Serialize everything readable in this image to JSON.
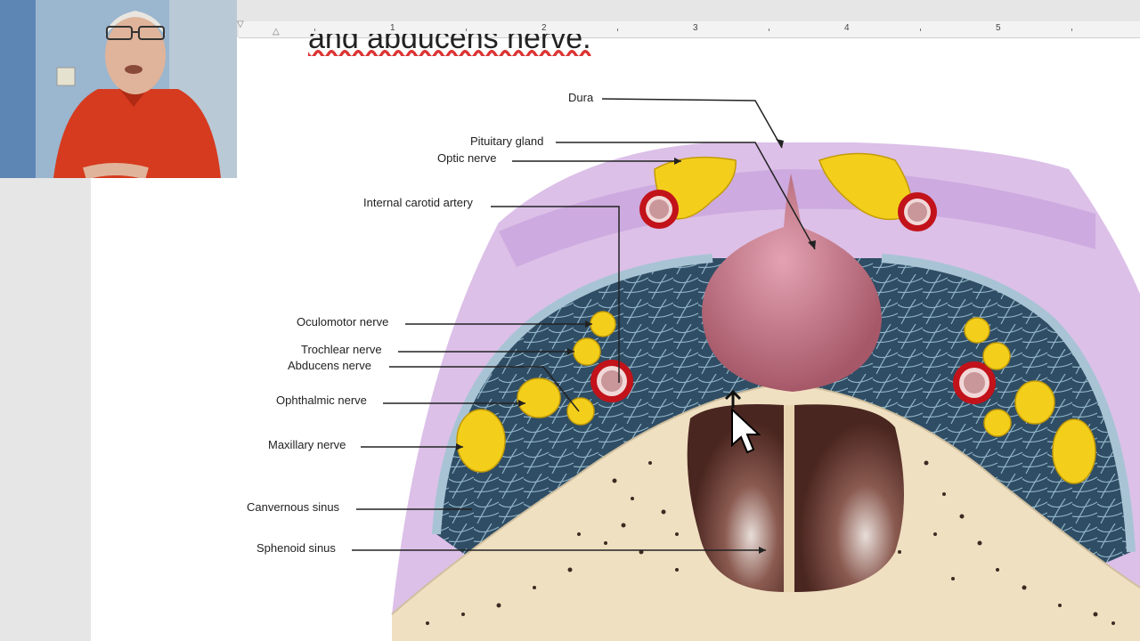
{
  "document": {
    "heading_fragment": "and abducens nerve.",
    "ruler_numbers": [
      "1",
      "2",
      "3",
      "4",
      "5"
    ]
  },
  "diagram": {
    "labels": {
      "dura": "Dura",
      "pituitary": "Pituitary gland",
      "optic": "Optic nerve",
      "carotid": "Internal carotid artery",
      "oculomotor": "Oculomotor nerve",
      "trochlear": "Trochlear nerve",
      "abducens": "Abducens nerve",
      "ophthalmic": "Ophthalmic nerve",
      "maxillary": "Maxillary nerve",
      "cavernous": "Canvernous sinus",
      "sphenoid": "Sphenoid sinus"
    }
  },
  "colors": {
    "dura": "#d6b8e4",
    "sinus": "#3d5e76",
    "bone": "#f1e2c4",
    "gland": "#c97c8e",
    "nerve": "#f3cf1c",
    "artery": "#c2121a",
    "sphenoid_cavity": "#6a4038"
  },
  "icons": {
    "cursor": "mouse-pointer-icon"
  }
}
